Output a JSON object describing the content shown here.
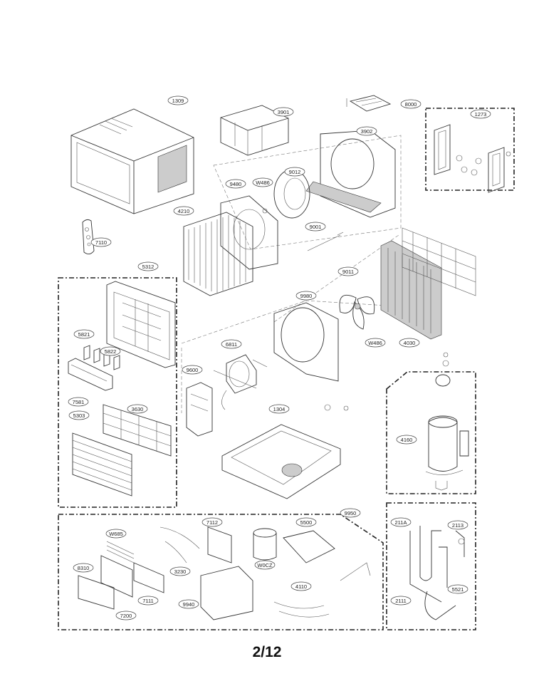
{
  "page_number": "2/12",
  "labels": {
    "p1309": "1309",
    "p3901": "3901",
    "p8000": "8000",
    "p1273": "1273",
    "p3902": "3902",
    "p9480": "9480",
    "pW486a": "W486",
    "p9012": "9012",
    "p4210": "4210",
    "p9001": "9001",
    "p7110": "7110",
    "p5312": "5312",
    "p9011": "9011",
    "p9980": "9980",
    "pW486b": "W486",
    "p4030": "4030",
    "p5821": "5821",
    "p5822": "5822",
    "p6811": "6811",
    "p9600": "9600",
    "p7581": "7581",
    "p5303": "5303",
    "p3630": "3630",
    "p1304": "1304",
    "p4160": "4160",
    "p9950": "9950",
    "p7112": "7112",
    "p5500": "5500",
    "pW685": "W685",
    "p8310": "8310",
    "p3230": "3230",
    "pW0CZ": "W0CZ",
    "p7111": "7111",
    "p9940": "9940",
    "p4110": "4110",
    "p7200": "7200",
    "p211A": "211A",
    "p2113": "2113",
    "p2111": "2111",
    "p5521": "5521"
  }
}
